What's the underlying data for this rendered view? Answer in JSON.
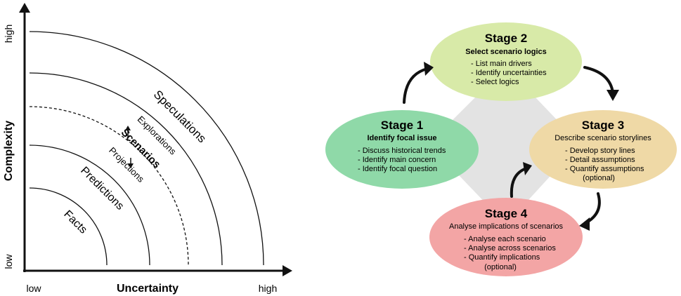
{
  "left": {
    "y_axis_label": "Complexity",
    "x_axis_label": "Uncertainty",
    "y_high": "high",
    "y_low": "low",
    "x_low": "low",
    "x_high": "high",
    "bands": {
      "facts": "Facts",
      "predictions": "Predictions",
      "scenarios": "Scenarios",
      "explorations": "Explorations",
      "projections": "Projections",
      "speculations": "Speculations"
    }
  },
  "right": {
    "stage1": {
      "title": "Stage 1",
      "subtitle": "Identify focal issue",
      "items": [
        "- Discuss historical trends",
        "- Identify main concern",
        "- Identify focal question"
      ],
      "color": "#8fd9a8"
    },
    "stage2": {
      "title": "Stage 2",
      "subtitle": "Select scenario logics",
      "items": [
        "- List main drivers",
        "- Identify uncertainties",
        "- Select logics"
      ],
      "color": "#d8eaa8"
    },
    "stage3": {
      "title": "Stage 3",
      "subtitle": "Describe scenario storylines",
      "items": [
        "- Develop story lines",
        "- Detail assumptions",
        "- Quantify assumptions",
        "(optional)"
      ],
      "color": "#efd9a6"
    },
    "stage4": {
      "title": "Stage 4",
      "subtitle": "Analyse implications of scenarios",
      "items": [
        "- Analyse each scenario",
        "- Analyse across scenarios",
        "- Quantify implications",
        "(optional)"
      ],
      "color": "#f3a5a5"
    }
  }
}
